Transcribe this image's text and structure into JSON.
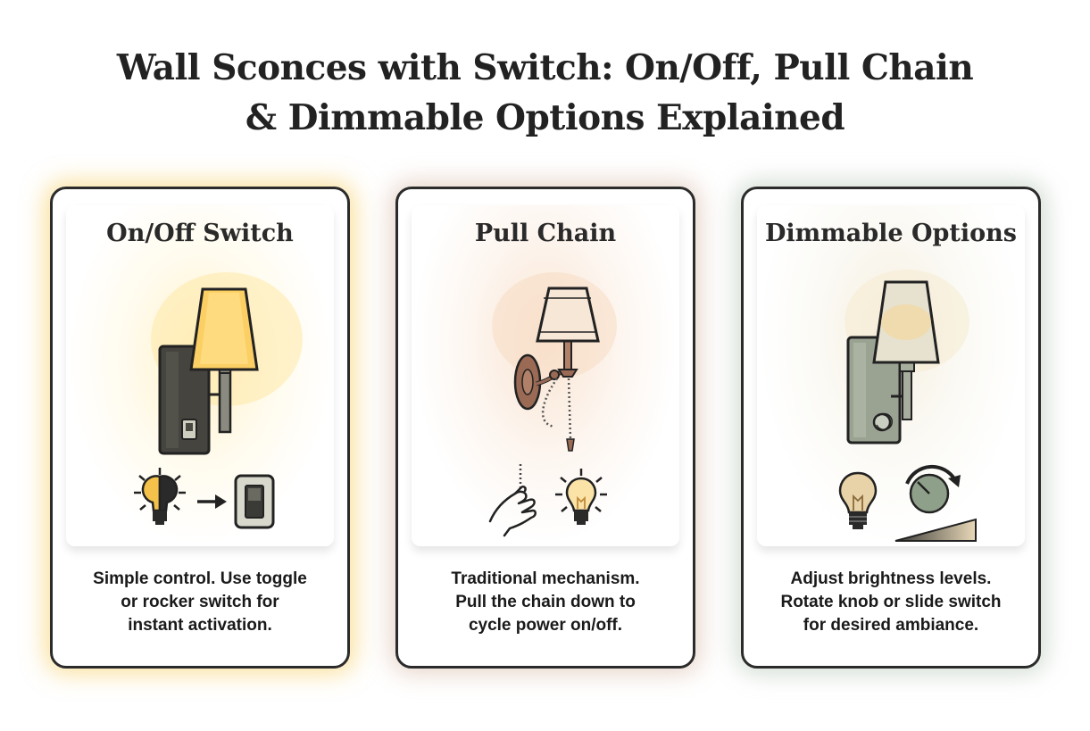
{
  "title": {
    "line1": "Wall Sconces with Switch: On/Off, Pull Chain",
    "line2": "& Dimmable Options Explained"
  },
  "cards": [
    {
      "heading": "On/Off Switch",
      "description": [
        "Simple control. Use toggle",
        "or rocker switch for",
        "instant activation."
      ],
      "accent_color": "#f5c850",
      "icons": [
        "wall-sconce-icon",
        "half-lit-bulb-icon",
        "arrow-right-icon",
        "rocker-switch-icon"
      ]
    },
    {
      "heading": "Pull Chain",
      "description": [
        "Traditional mechanism.",
        "Pull the chain down to",
        "cycle power on/off."
      ],
      "accent_color": "#cda58c",
      "icons": [
        "pull-chain-sconce-icon",
        "hand-pulling-chain-icon",
        "lit-bulb-icon"
      ]
    },
    {
      "heading": "Dimmable Options",
      "description": [
        "Adjust brightness levels.",
        "Rotate knob or slide switch",
        "for desired ambiance."
      ],
      "accent_color": "#a0b4a0",
      "icons": [
        "dimmable-sconce-icon",
        "dim-bulb-icon",
        "rotary-knob-icon",
        "brightness-slider-icon"
      ]
    }
  ]
}
